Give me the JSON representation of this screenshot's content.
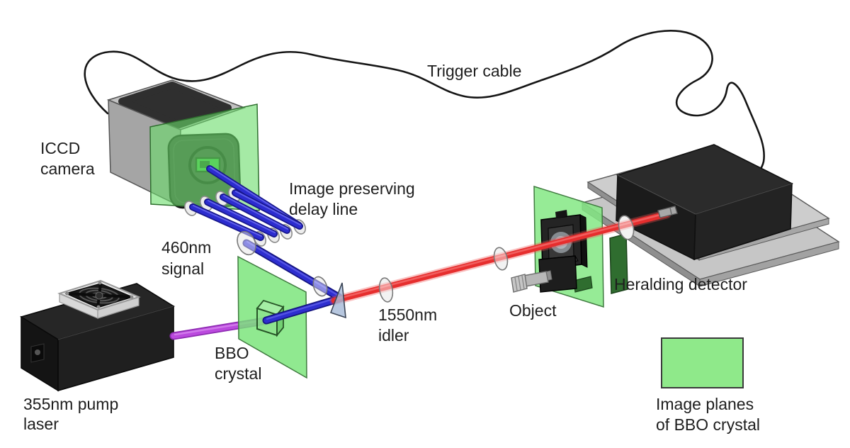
{
  "diagram": {
    "type": "optical-setup-schematic",
    "background": "#ffffff",
    "labels": {
      "iccd_line1": "ICCD",
      "iccd_line2": "camera",
      "trigger": "Trigger cable",
      "delay_line1": "Image preserving",
      "delay_line2": "delay line",
      "signal_line1": "460nm",
      "signal_line2": "signal",
      "bbo_line1": "BBO",
      "bbo_line2": "crystal",
      "pump_line1": "355nm pump",
      "pump_line2": "laser",
      "idler_line1": "1550nm",
      "idler_line2": "idler",
      "object": "Object",
      "heralding": "Heralding detector",
      "legend_line1": "Image planes",
      "legend_line2": "of BBO crystal"
    },
    "colors": {
      "image_plane_green": "#8fe98a",
      "signal_beam_blue": "#2929cd",
      "idler_beam_red": "#e62e2e",
      "pump_beam_purple": "#b746dd",
      "trigger_cable_black": "#151515",
      "label_text": "#1e1e1e"
    },
    "components": {
      "camera": "ICCD camera",
      "delay_line": "Image preserving delay line",
      "signal_beam": "460nm signal",
      "crystal": "BBO crystal",
      "pump_laser": "355nm pump laser",
      "idler_beam": "1550nm idler",
      "object": "Object",
      "detector": "Heralding detector",
      "cable": "Trigger cable",
      "legend_swatch": "Image planes of BBO crystal"
    }
  }
}
